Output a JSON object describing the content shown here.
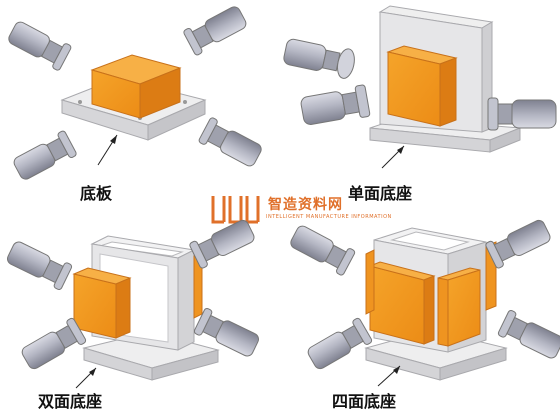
{
  "captions": {
    "panel1": "底板",
    "panel2": "单面底座",
    "panel3": "双面底座",
    "panel4": "四面底座"
  },
  "watermark": {
    "title": "智造资料网",
    "subtitle": "INTELLIGENT MANUFACTURE INFORMATION"
  },
  "colors": {
    "block": "#f39a1f",
    "block_dark": "#d9791a",
    "plate": "#e9e9ea",
    "plate_edge": "#b9b9bc",
    "cylinder": "#b6b7c3",
    "cylinder_dark": "#8a8c99",
    "watermark": "#e0702a"
  }
}
